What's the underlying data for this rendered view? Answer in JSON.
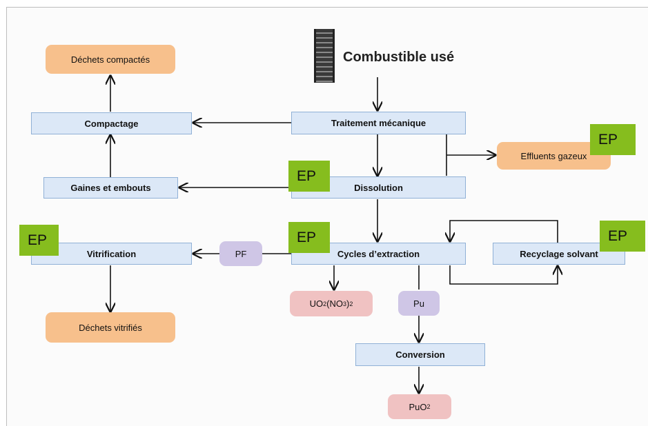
{
  "title": "Combustible usé",
  "nodes": {
    "dechets_compactes": "Déchets compactés",
    "compactage": "Compactage",
    "traitement": "Traitement mécanique",
    "effluents": "Effluents gazeux",
    "gaines": "Gaines et embouts",
    "dissolution": "Dissolution",
    "vitrification": "Vitrification",
    "pf": "PF",
    "cycles": "Cycles d’extraction",
    "recyclage": "Recyclage solvant",
    "uranyl": {
      "a": "UO",
      "b": "2",
      "c": "(NO",
      "d": "3",
      "e": ")",
      "f": "2"
    },
    "pu": "Pu",
    "conversion": "Conversion",
    "dechets_vitrifies": "Déchets vitrifiés",
    "puo2": {
      "a": "PuO",
      "b": "2"
    }
  },
  "ep_labels": [
    "EP",
    "EP",
    "EP",
    "EP",
    "EP"
  ],
  "colors": {
    "process_fill": "#dce8f7",
    "waste_fill": "#f7c08c",
    "product_fill": "#f0c2c2",
    "stream_fill": "#cfc6e6",
    "ep_fill": "#86bd1e"
  }
}
